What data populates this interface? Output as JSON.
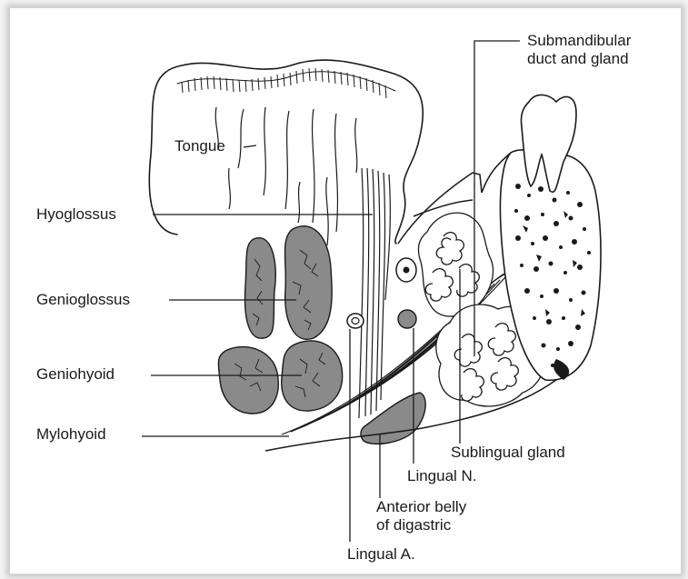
{
  "labels": {
    "tongue": "Tongue",
    "hyoglossus": "Hyoglossus",
    "genioglossus": "Genioglossus",
    "geniohyoid": "Geniohyoid",
    "mylohyoid": "Mylohyoid",
    "submandibular_1": "Submandibular",
    "submandibular_2": "duct and gland",
    "sublingual_gland": "Sublingual gland",
    "lingual_n": "Lingual N.",
    "digastric_1": "Anterior belly",
    "digastric_2": "of digastric",
    "lingual_a": "Lingual A."
  },
  "colors": {
    "ink": "#1a1a1a",
    "muscle_fill": "#8a8a8a",
    "background": "#ffffff"
  }
}
